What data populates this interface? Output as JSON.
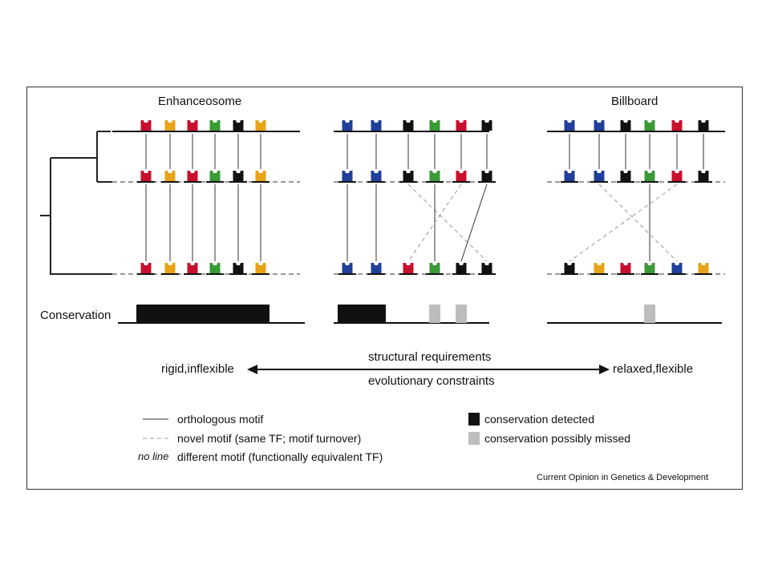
{
  "panel_titles": {
    "left": "Enhanceosome",
    "right": "Billboard"
  },
  "conservation_label": "Conservation",
  "axis": {
    "left_label": "rigid,inflexible",
    "right_label": "relaxed,flexible",
    "top_label": "structural requirements",
    "bottom_label": "evolutionary constraints"
  },
  "legend": {
    "solid_line": "orthologous motif",
    "dashed_line": "novel motif (same TF; motif turnover)",
    "no_line_prefix": "no line",
    "no_line": "different motif (functionally equivalent TF)",
    "black_box": "conservation detected",
    "gray_box": "conservation possibly missed"
  },
  "credit": "Current Opinion in Genetics & Development",
  "colors": {
    "red": "#c8102e",
    "yellow": "#e8a317",
    "green": "#3a9a35",
    "blue": "#1f3f9a",
    "black": "#111111",
    "gray": "#bdbdbd",
    "dashed": "#999999"
  },
  "panels": [
    {
      "name": "enhanceosome",
      "rows": [
        [
          "red",
          "yellow",
          "red",
          "green",
          "black",
          "yellow"
        ],
        [
          "red",
          "yellow",
          "red",
          "green",
          "black",
          "yellow"
        ],
        [
          "red",
          "yellow",
          "red",
          "green",
          "black",
          "yellow"
        ]
      ],
      "links_1_2": [
        [
          0,
          0,
          "solid"
        ],
        [
          1,
          1,
          "solid"
        ],
        [
          2,
          2,
          "solid"
        ],
        [
          3,
          3,
          "solid"
        ],
        [
          4,
          4,
          "solid"
        ],
        [
          5,
          5,
          "solid"
        ]
      ],
      "links_2_3": [
        [
          0,
          0,
          "solid"
        ],
        [
          1,
          1,
          "solid"
        ],
        [
          2,
          2,
          "solid"
        ],
        [
          3,
          3,
          "solid"
        ],
        [
          4,
          4,
          "solid"
        ],
        [
          5,
          5,
          "solid"
        ]
      ]
    },
    {
      "name": "intermediate",
      "rows": [
        [
          "blue",
          "blue",
          "black",
          "green",
          "red",
          "black"
        ],
        [
          "blue",
          "blue",
          "black",
          "green",
          "red",
          "black"
        ],
        [
          "blue",
          "blue",
          "red",
          "green",
          "black",
          "black"
        ]
      ],
      "links_1_2": [
        [
          0,
          0,
          "solid"
        ],
        [
          1,
          1,
          "solid"
        ],
        [
          2,
          2,
          "solid"
        ],
        [
          3,
          3,
          "solid"
        ],
        [
          4,
          4,
          "solid"
        ],
        [
          5,
          5,
          "solid"
        ]
      ],
      "links_2_3": [
        [
          0,
          0,
          "solid"
        ],
        [
          1,
          1,
          "solid"
        ],
        [
          2,
          5,
          "dashed"
        ],
        [
          3,
          3,
          "solid"
        ],
        [
          4,
          2,
          "dashed"
        ],
        [
          5,
          4,
          "solid"
        ]
      ]
    },
    {
      "name": "billboard",
      "rows": [
        [
          "blue",
          "blue",
          "black",
          "green",
          "red",
          "black"
        ],
        [
          "blue",
          "blue",
          "black",
          "green",
          "red",
          "black"
        ],
        [
          "black",
          "yellow",
          "red",
          "green",
          "blue",
          "yellow"
        ]
      ],
      "links_1_2": [
        [
          0,
          0,
          "solid"
        ],
        [
          1,
          1,
          "solid"
        ],
        [
          2,
          2,
          "solid"
        ],
        [
          3,
          3,
          "solid"
        ],
        [
          4,
          4,
          "solid"
        ],
        [
          5,
          5,
          "solid"
        ]
      ],
      "links_2_3": [
        [
          1,
          4,
          "dashed"
        ],
        [
          3,
          3,
          "solid"
        ],
        [
          4,
          0,
          "dashed"
        ]
      ]
    }
  ],
  "conservation": [
    {
      "panel": "enhanceosome",
      "blocks": [
        {
          "color": "black",
          "from": 0,
          "to": 5
        }
      ]
    },
    {
      "panel": "intermediate",
      "blocks": [
        {
          "color": "black",
          "from": 0,
          "to": 1
        },
        {
          "color": "gray",
          "from": 3,
          "to": 3
        },
        {
          "color": "gray",
          "from": 4,
          "to": 4
        }
      ]
    },
    {
      "panel": "billboard",
      "blocks": [
        {
          "color": "gray",
          "from": 3,
          "to": 3
        }
      ]
    }
  ]
}
